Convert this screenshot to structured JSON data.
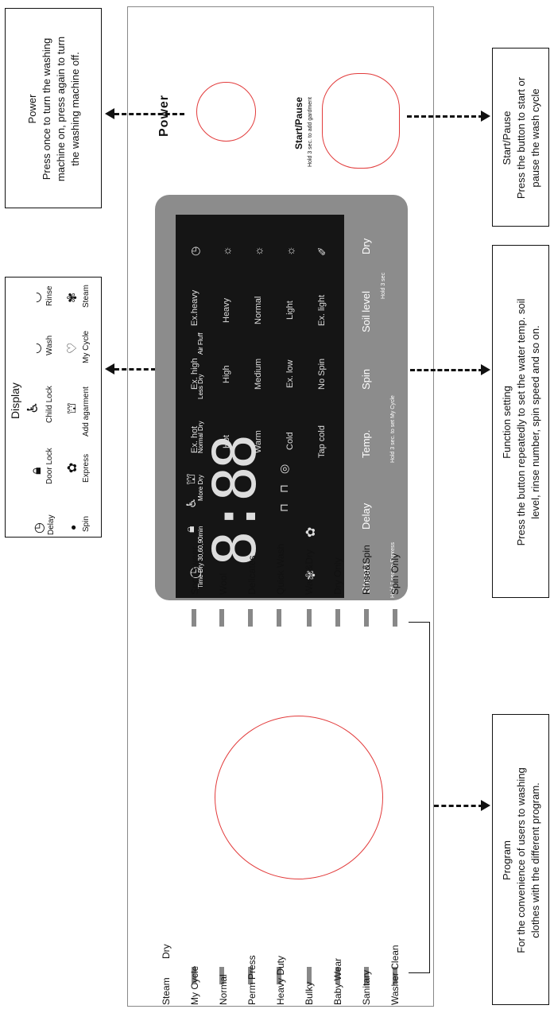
{
  "callouts": {
    "power": {
      "title": "Power",
      "lines": [
        "Press once to turn the washing",
        "machine on, press again to turn",
        "the washing machine off."
      ]
    },
    "start": {
      "title": "Start/Pause",
      "lines": [
        "Press the button to start or",
        "pause the wash cycle"
      ]
    },
    "display": {
      "title": "Display"
    },
    "function": {
      "title": "Function setting",
      "lines": [
        "Press the button repeatedly to set the water temp. soil",
        "level, rinse number, spin speed and so on."
      ]
    },
    "program": {
      "title": "Program",
      "lines": [
        "For the convenience of users to washing",
        "clothes with the different program."
      ]
    }
  },
  "display_legend": {
    "top_row": [
      "Door Lock",
      "Child Lock",
      "Wash",
      "Rinse"
    ],
    "delay": "Delay",
    "bottom_row": [
      "Spin",
      "Express",
      "Add agarment",
      "My Cycle",
      "Steam"
    ]
  },
  "panel": {
    "power_label": "Power",
    "start_label": "Start/Pause",
    "start_hint": "Hold 3 sec. to add gardment",
    "dry_legend": [
      "Time Dry 30,60,90min",
      "More Dry",
      "Normal Dry",
      "Less Dry",
      "Air Fluff"
    ],
    "temp_col": [
      "Ex. hot",
      "Hot",
      "Warm",
      "Cold",
      "Tap cold"
    ],
    "spin_col": [
      "Ex. high",
      "High",
      "Medium",
      "Ex. low",
      "No Spin"
    ],
    "soil_col": [
      "Ex.heavy",
      "Heavy",
      "Normal",
      "Light",
      "Ex. light"
    ],
    "digits": "8:88",
    "buttons": [
      "Steam",
      "Delay",
      "Temp.",
      "Spin",
      "Soil level",
      "Dry"
    ],
    "hint_express": "Hold 3 sec. to Express",
    "hint_mycycle": "Hold 3 sec. to set My Cycle",
    "hint_lock": "Hold 3 sec"
  },
  "programs_left": [
    "My Cycle",
    "Normal",
    "Perm Press",
    "Heavy Duty",
    "Bulky",
    "Baby Wear",
    "Sanitary",
    "Washer Clean"
  ],
  "programs_right": [
    "Sportswear",
    "Wool",
    "Delicates",
    "Quick Wash",
    "Wash&Dry",
    "Dry Only",
    "Rinse&Spin",
    "Spin Only"
  ],
  "legend_bottom": [
    "Steam",
    "Dry"
  ]
}
